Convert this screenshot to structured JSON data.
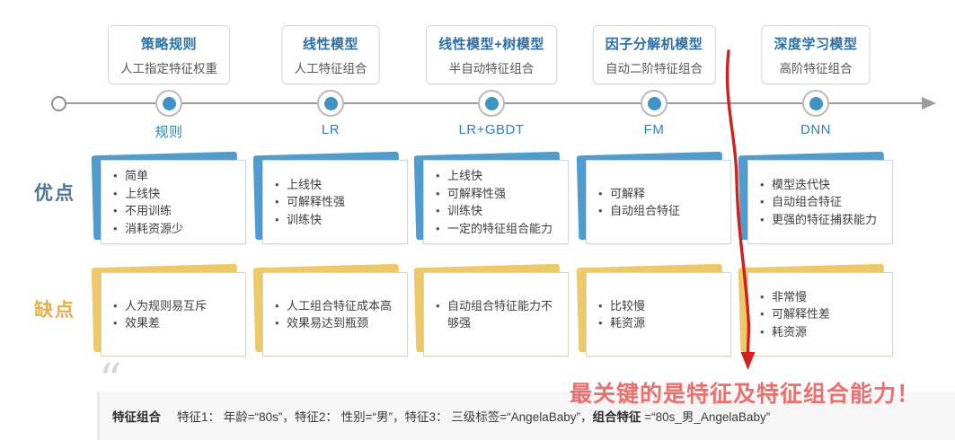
{
  "labels": {
    "pros": "优点",
    "cons": "缺点"
  },
  "stages": [
    {
      "title": "策略规则",
      "subtitle": "人工指定特征权重",
      "node": "规则",
      "pros": [
        "简单",
        "上线快",
        "不用训练",
        "消耗资源少"
      ],
      "cons": [
        "人为规则易互斥",
        "效果差"
      ]
    },
    {
      "title": "线性模型",
      "subtitle": "人工特征组合",
      "node": "LR",
      "pros": [
        "上线快",
        "可解释性强",
        "训练快"
      ],
      "cons": [
        "人工组合特征成本高",
        "效果易达到瓶颈"
      ]
    },
    {
      "title": "线性模型+树模型",
      "subtitle": "半自动特征组合",
      "node": "LR+GBDT",
      "pros": [
        "上线快",
        "可解释性强",
        "训练快",
        "一定的特征组合能力"
      ],
      "cons": [
        "自动组合特征能力不够强"
      ]
    },
    {
      "title": "因子分解机模型",
      "subtitle": "自动二阶特征组合",
      "node": "FM",
      "pros": [
        "可解释",
        "自动组合特征"
      ],
      "cons": [
        "比较慢",
        "耗资源"
      ]
    },
    {
      "title": "深度学习模型",
      "subtitle": "高阶特征组合",
      "node": "DNN",
      "pros": [
        "模型迭代快",
        "自动组合特征",
        "更强的特征捕获能力"
      ],
      "cons": [
        "非常慢",
        "可解释性差",
        "耗资源"
      ]
    }
  ],
  "annotation": {
    "text": "最关键的是特征及特征组合能力！"
  },
  "quote": {
    "mark": "“",
    "label": "特征组合",
    "body1": "特征1：  年龄=“80s”，特征2：  性别=“男”，特征3：  三级标签=“AngelaBaby”，",
    "label2": "组合特征",
    "body2": " =“80s_男_AngelaBaby”"
  },
  "colors": {
    "title_blue": "#2a6fa8",
    "node_blue": "#4292c5",
    "pros_card": "#4f9ccf",
    "cons_card": "#eec96a",
    "pros_label": "#4d7596",
    "cons_label": "#e3b04b",
    "annotation_red": "#e9706f",
    "arrow_red": "#d21f1f"
  }
}
